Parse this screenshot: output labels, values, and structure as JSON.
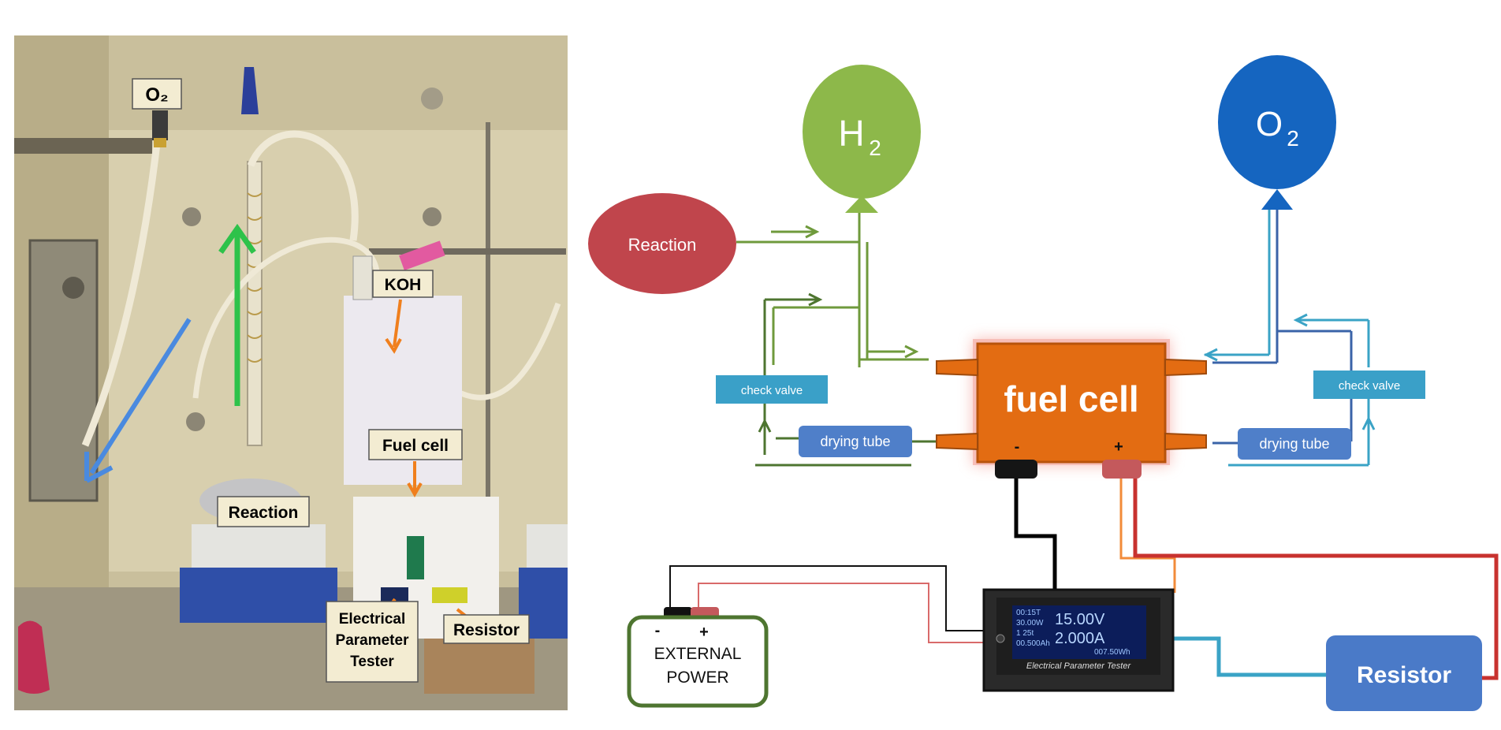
{
  "photo_labels": {
    "o2": "O₂",
    "koh": "KOH",
    "fuel_cell": "Fuel cell",
    "reaction": "Reaction",
    "tester": [
      "Electrical",
      "Parameter",
      "Tester"
    ],
    "resistor": "Resistor"
  },
  "diagram": {
    "reaction": "Reaction",
    "h2_main": "H",
    "h2_sub": "2",
    "o2_main": "O",
    "o2_sub": "2",
    "check_valve_left": "check valve",
    "check_valve_right": "check valve",
    "drying_tube_left": "drying tube",
    "drying_tube_right": "drying tube",
    "fuel_cell": "fuel cell",
    "minus": "-",
    "plus": "+",
    "power_minus": "-",
    "power_plus": "+",
    "external_power": [
      "EXTERNAL",
      "POWER"
    ],
    "tester_display": {
      "time": "00:15T",
      "power": "30.00W",
      "temp": "1  25t",
      "ah": "00.500Ah",
      "voltage": "15.00V",
      "current": "2.000A",
      "wh": "007.50Wh"
    },
    "tester_caption": "Electrical Parameter Tester",
    "resistor": "Resistor"
  },
  "colors": {
    "h2_green": "#8db84a",
    "line_green": "#6f9a3c",
    "dark_green": "#4e7530",
    "o2_blue": "#1565c0",
    "line_blue": "#3a63a8",
    "light_blue": "#3aa3c6",
    "reaction_red": "#c0454c",
    "fuel_orange": "#e36c12",
    "check_valve": "#3aa0c8",
    "drying_tube": "#4f7fc9",
    "resistor_blue": "#4a7ac8",
    "wire_red": "#c8322f"
  }
}
